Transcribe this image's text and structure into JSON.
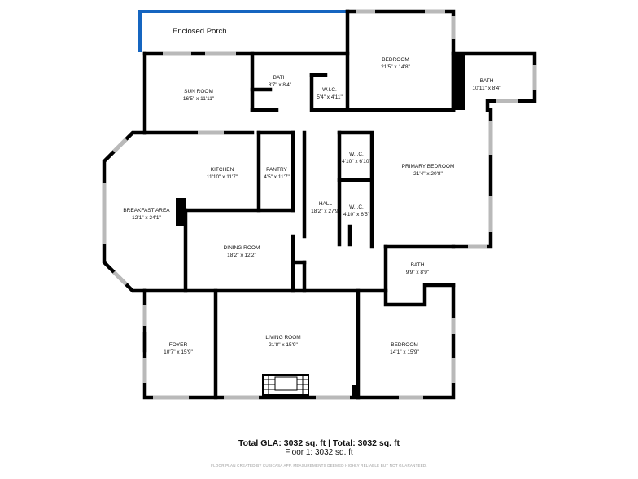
{
  "porch_label": "Enclosed Porch",
  "rooms": {
    "sun_room": {
      "name": "SUN ROOM",
      "dim": "16'5\" x 11'11\""
    },
    "bath_upper_mid": {
      "name": "BATH",
      "dim": "8'7\" x 8'4\""
    },
    "wic_upper": {
      "name": "W.I.C.",
      "dim": "5'4\" x 4'11\""
    },
    "bedroom_top": {
      "name": "BEDROOM",
      "dim": "21'5\" x 14'8\""
    },
    "bath_upper_right": {
      "name": "BATH",
      "dim": "10'11\" x 8'4\""
    },
    "kitchen": {
      "name": "KITCHEN",
      "dim": "11'10\" x 11'7\""
    },
    "pantry": {
      "name": "PANTRY",
      "dim": "4'5\" x 11'7\""
    },
    "wic_1": {
      "name": "W.I.C.",
      "dim": "4'10\" x 6'10\""
    },
    "wic_2": {
      "name": "W.I.C.",
      "dim": "4'10\" x 6'5\""
    },
    "primary_bedroom": {
      "name": "PRIMARY BEDROOM",
      "dim": "21'4\" x 20'8\""
    },
    "breakfast_area": {
      "name": "BREAKFAST AREA",
      "dim": "12'1\" x 24'1\""
    },
    "hall": {
      "name": "HALL",
      "dim": "18'2\" x 27'9\""
    },
    "dining_room": {
      "name": "DINING ROOM",
      "dim": "18'2\" x 12'2\""
    },
    "bath_lower": {
      "name": "BATH",
      "dim": "9'9\" x 8'9\""
    },
    "foyer": {
      "name": "FOYER",
      "dim": "10'7\" x 15'9\""
    },
    "living_room": {
      "name": "LIVING ROOM",
      "dim": "21'8\" x 15'9\""
    },
    "bedroom_lower": {
      "name": "BEDROOM",
      "dim": "14'1\" x 15'9\""
    }
  },
  "totals": "Total GLA: 3032 sq. ft | Total: 3032 sq. ft",
  "floor_line": "Floor 1: 3032 sq. ft",
  "disclaimer": "FLOOR PLAN CREATED BY CUBICASA APP. MEASUREMENTS DEEMED HIGHLY RELIABLE BUT NOT GUARANTEED.",
  "colors": {
    "wall": "#000000",
    "porch_edge": "#1565c0",
    "window": "#b9b9b9"
  }
}
